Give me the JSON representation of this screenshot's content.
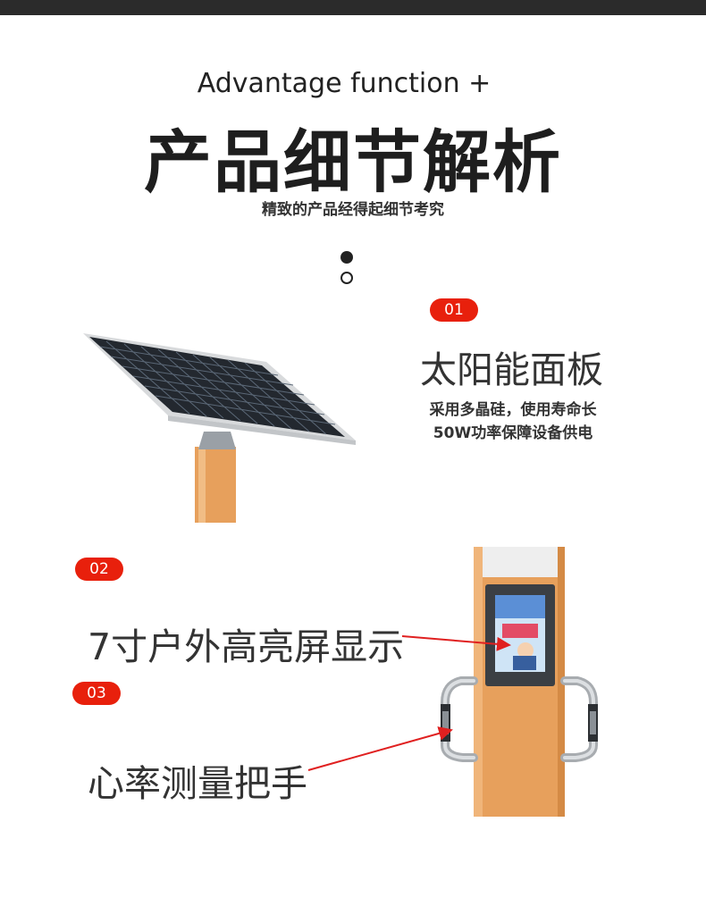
{
  "header": {
    "en_title": "Advantage function +",
    "cn_title": "产品细节解析",
    "subtitle": "精致的产品经得起细节考究"
  },
  "features": [
    {
      "badge": "01",
      "title": "太阳能面板",
      "desc_line1": "采用多晶硅，使用寿命长",
      "desc_line2": "50W功率保障设备供电"
    },
    {
      "badge": "02",
      "title": "7寸户外高亮屏显示"
    },
    {
      "badge": "03",
      "title": "心率测量把手"
    }
  ],
  "colors": {
    "accent": "#e8200c",
    "post": "#e7a05c",
    "dark": "#2b2b2b",
    "arrow": "#e02020"
  }
}
